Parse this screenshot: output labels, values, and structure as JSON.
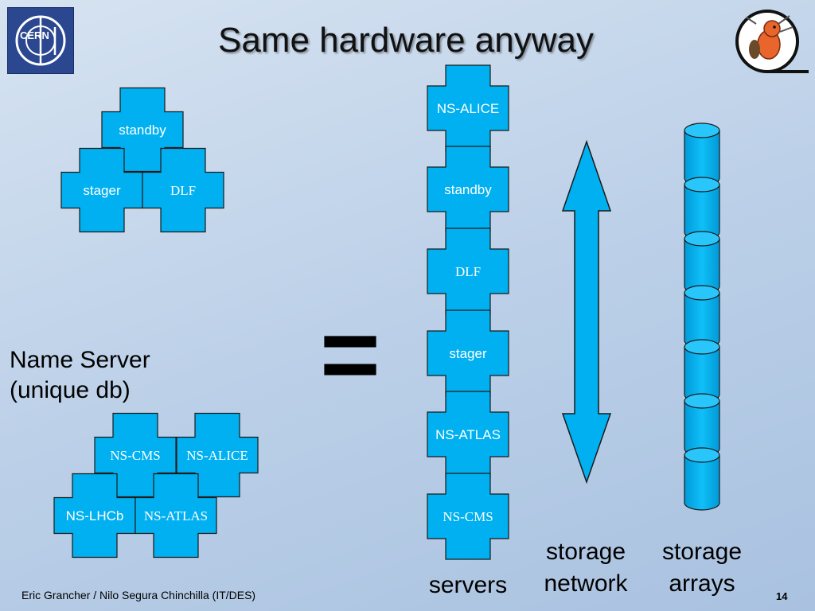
{
  "title": "Same hardware anyway",
  "logos": {
    "left": "CERN"
  },
  "left_cluster": {
    "top": "standby",
    "bottom_left": "stager",
    "bottom_right": "DLF"
  },
  "name_server": {
    "line1": "Name Server",
    "line2": "(unique db)",
    "nodes": {
      "top_left": "NS-CMS",
      "top_right": "NS-ALICE",
      "bottom_left": "NS-LHCb",
      "bottom_right": "NS-ATLAS"
    }
  },
  "equals": "=",
  "server_stack": [
    "NS-ALICE",
    "standby",
    "DLF",
    "stager",
    "NS-ATLAS",
    "NS-CMS"
  ],
  "bottom_labels": {
    "servers": "servers",
    "network_line1": "storage",
    "network_line2": "network",
    "arrays_line1": "storage",
    "arrays_line2": "arrays"
  },
  "footer": "Eric Grancher / Nilo Segura Chinchilla (IT/DES)",
  "page": "14",
  "colors": {
    "node_fill": "#00b0f0",
    "node_stroke": "#1a1a1a",
    "accent_navy": "#1f3a8a"
  }
}
